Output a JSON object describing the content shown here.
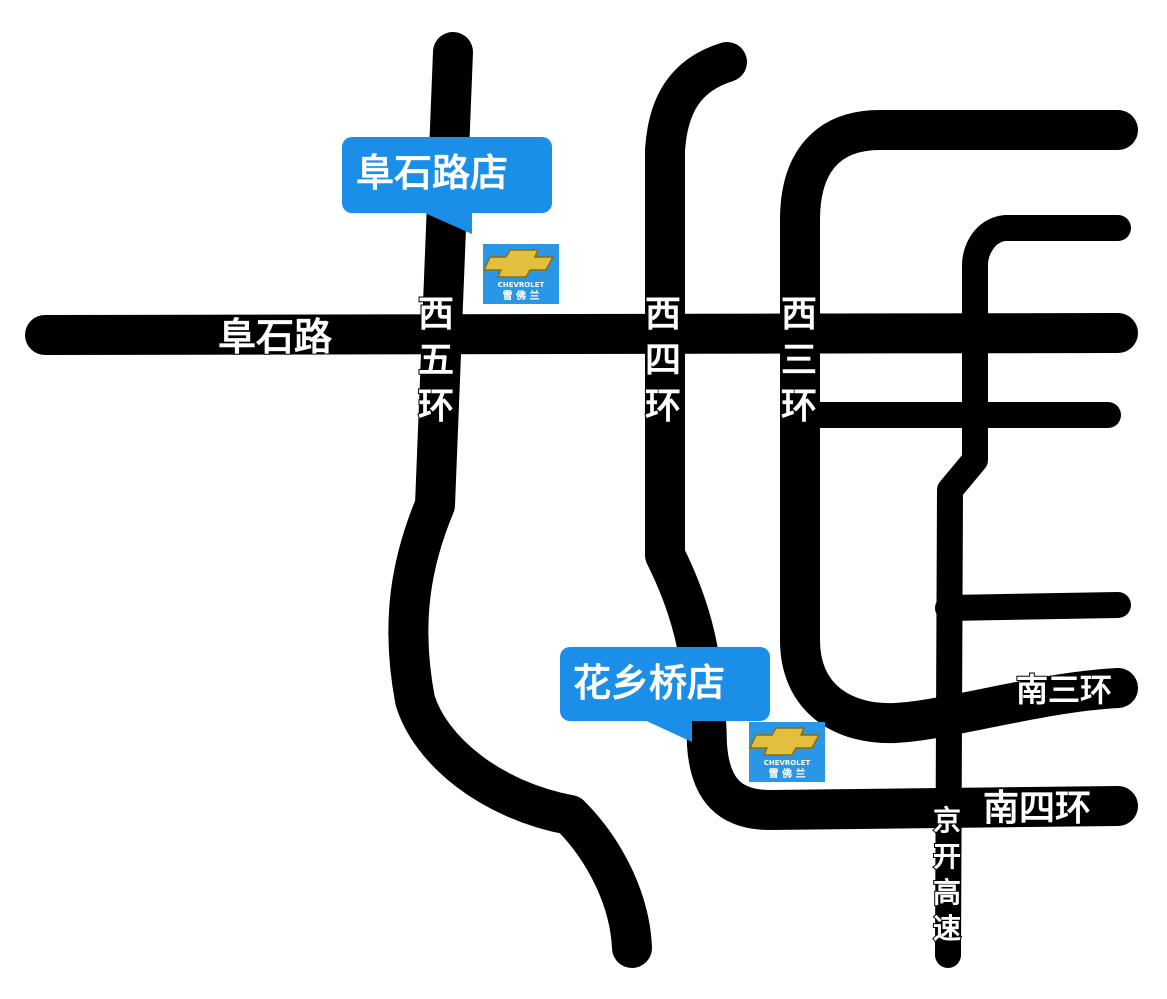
{
  "map": {
    "roads": {
      "fushi_road": "阜石路",
      "west_5th_ring": [
        "西",
        "五",
        "环"
      ],
      "west_4th_ring": [
        "西",
        "四",
        "环"
      ],
      "west_3rd_ring": [
        "西",
        "三",
        "环"
      ],
      "south_3rd_ring": "南三环",
      "south_4th_ring": "南四环",
      "jingkai_expressway": [
        "京",
        "开",
        "高",
        "速"
      ]
    },
    "stores": [
      {
        "name": "阜石路店",
        "logo": {
          "brand_en": "CHEVROLET",
          "brand_cn": "雪 佛 兰"
        }
      },
      {
        "name": "花乡桥店",
        "logo": {
          "brand_en": "CHEVROLET",
          "brand_cn": "雪 佛 兰"
        }
      }
    ],
    "colors": {
      "road": "#000000",
      "callout": "#1b8ee8",
      "logo_bg": "#2a96e6",
      "logo_bowtie": "#e2bf3c"
    }
  }
}
